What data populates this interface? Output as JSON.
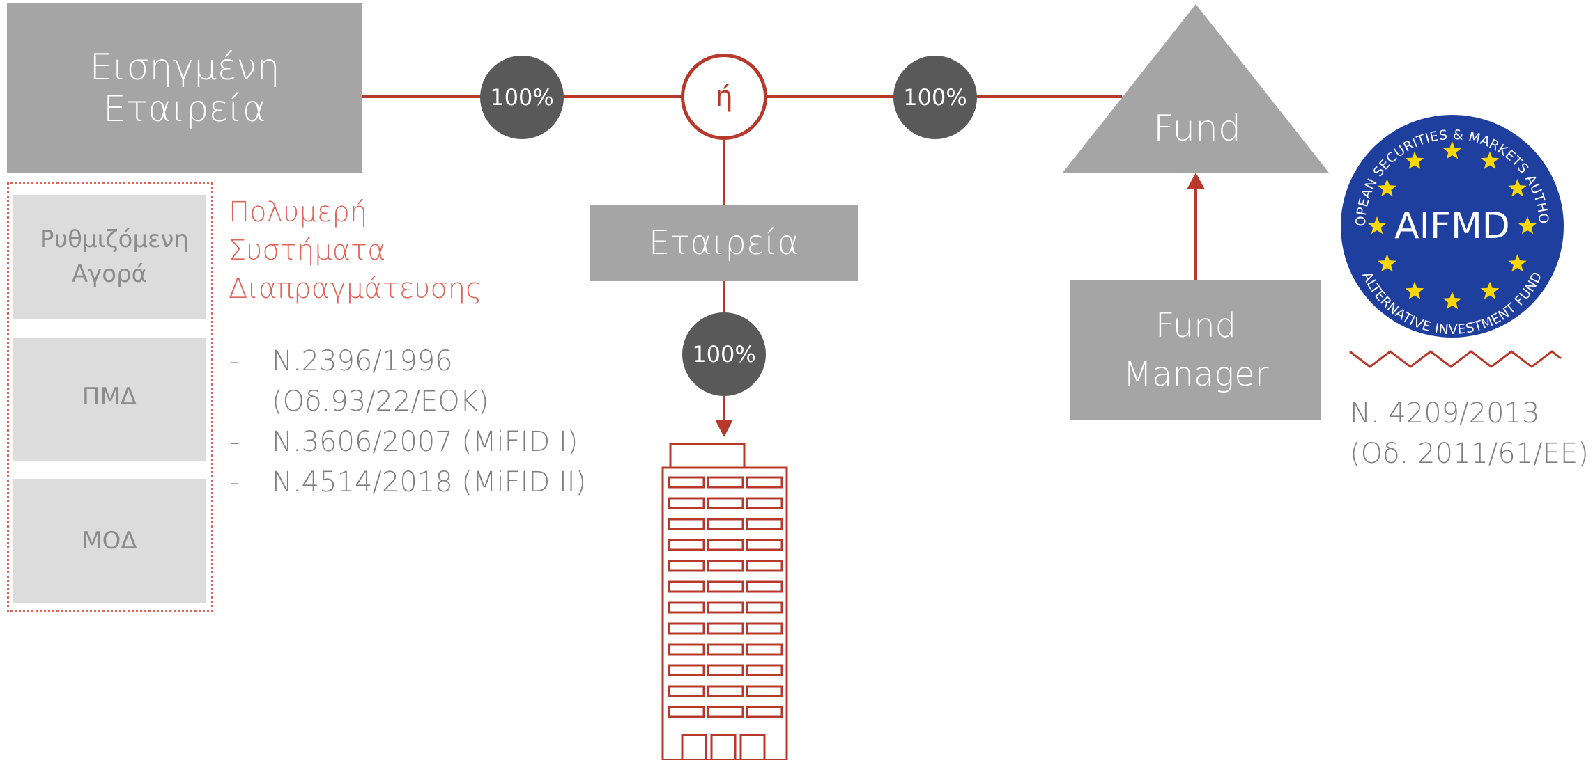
{
  "listed_company": {
    "label": "Εισηγμένη Εταιρεία"
  },
  "venues": {
    "regulated_market": "Ρυθμιζόμενη Αγορά",
    "pmd": "ΠΜΔ",
    "mod": "ΜΟΔ"
  },
  "mtf": {
    "title_lines": [
      "Πολυμερή",
      "Συστήματα",
      "Διαπραγμάτευσης"
    ],
    "dash": "-",
    "laws": [
      "N.2396/1996",
      "(Οδ.93/22/ΕΟΚ)",
      "N.3606/2007 (MiFID I)",
      "N.4514/2018 (MiFID II)"
    ]
  },
  "ownership": {
    "left": "100%",
    "or_label": "ή",
    "right": "100%",
    "down": "100%"
  },
  "company": {
    "label": "Εταιρεία"
  },
  "fund": {
    "label": "Fund"
  },
  "fund_manager": {
    "line1": "Fund",
    "line2": "Manager"
  },
  "esma_logo": {
    "center_text": "AIFMD",
    "top_arc": "EUROPEAN SECURITIES & MARKETS AUTHORITY",
    "bottom_arc": "ALTERNATIVE INVESTMENT FUND"
  },
  "aifmd_law": {
    "line1": "N. 4209/2013",
    "line2": "(Οδ. 2011/61/ΕΕ)"
  },
  "colors": {
    "accent_red": "#b6392b",
    "light_red": "#e0645a",
    "box_gray": "#a5a5a5",
    "dark_circle": "#595959",
    "esma_blue": "#1f3f9f",
    "star_yellow": "#ffd700"
  }
}
